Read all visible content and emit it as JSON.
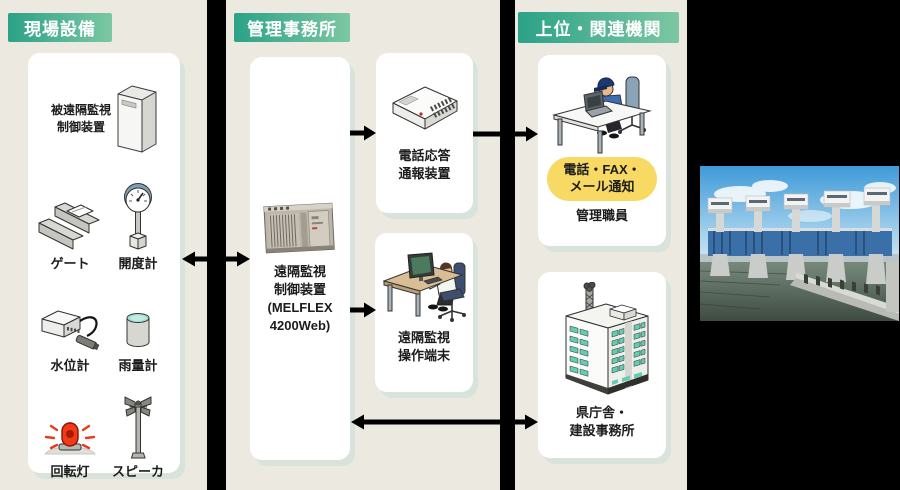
{
  "colors": {
    "page_bg": "#000000",
    "panel_bg": "#ECEAE0",
    "card_bg": "#FFFFFF",
    "card_shadow": "#D7E3DB",
    "header_gradient_left": "#2BA287",
    "header_gradient_right": "#7CC7A3",
    "header_text": "#FFFFFF",
    "label_text": "#1C1C1C",
    "arrow": "#000000",
    "notify_badge_bg": "#F7D964",
    "beacon_red": "#EF3B17",
    "teal_accent": "#63CDB4"
  },
  "columns": {
    "field": {
      "header": "現場設備",
      "items": {
        "cabinet": {
          "icon": "control-cabinet-icon",
          "lines": [
            "被遠隔監視",
            "制御装置"
          ]
        },
        "gate": {
          "icon": "gate-icon",
          "label": "ゲート"
        },
        "opening_gauge": {
          "icon": "opening-gauge-icon",
          "label": "開度計"
        },
        "water_level": {
          "icon": "water-level-sensor-icon",
          "label": "水位計"
        },
        "rain_gauge": {
          "icon": "rain-gauge-icon",
          "label": "雨量計"
        },
        "beacon": {
          "icon": "rotating-beacon-icon",
          "label": "回転灯"
        },
        "speaker": {
          "icon": "speaker-pole-icon",
          "label": "スピーカ"
        }
      }
    },
    "office": {
      "header": "管理事務所",
      "controller": {
        "icon": "melflex-rack-photo",
        "lines": [
          "遠隔監視",
          "制御装置",
          "(MELFLEX",
          "4200Web)"
        ]
      },
      "phone_unit": {
        "icon": "phone-response-device-icon",
        "lines": [
          "電話応答",
          "通報装置"
        ]
      },
      "terminal": {
        "icon": "operator-terminal-icon",
        "lines": [
          "遠隔監視",
          "操作端末"
        ]
      }
    },
    "upper": {
      "header": "上位・関連機関",
      "staff": {
        "icon": "staff-at-desk-icon",
        "notify_badge": {
          "lines": [
            "電話・FAX・",
            "メール通知"
          ]
        },
        "label": "管理職員"
      },
      "prefecture": {
        "icon": "government-building-icon",
        "lines": [
          "県庁舎・",
          "建設事務所"
        ]
      }
    }
  },
  "photo": {
    "name": "river-sluice-gate-photo"
  }
}
